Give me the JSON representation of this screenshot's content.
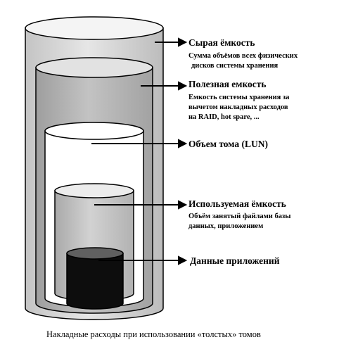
{
  "diagram": {
    "caption": "Накладные расходы при использовании «толстых» томов",
    "levels": [
      {
        "id": "raw",
        "title": "Сырая ёмкость",
        "description": [
          "Сумма объёмов всех физических",
          "дисков системы хранения"
        ]
      },
      {
        "id": "usable",
        "title": "Полезная емкость",
        "description": [
          "Емкость системы хранения за",
          "вычетом накладных расходов",
          "на RAID, hot spare, ..."
        ]
      },
      {
        "id": "lun",
        "title": "Объем тома (LUN)",
        "description": []
      },
      {
        "id": "used",
        "title": "Используемая ёмкость",
        "description": [
          "Объём занятый файлами базы",
          "данных, приложением"
        ]
      },
      {
        "id": "app-data",
        "title": "Данные приложений",
        "description": []
      }
    ],
    "colors": {
      "raw_fill": "#dcdcdc",
      "usable_fill": "#b9b9b9",
      "lun_fill": "#ffffff",
      "used_fill": "#c6c6c6",
      "app_body": "#0d0d0d",
      "app_top": "#606060",
      "outline": "#000000"
    }
  }
}
